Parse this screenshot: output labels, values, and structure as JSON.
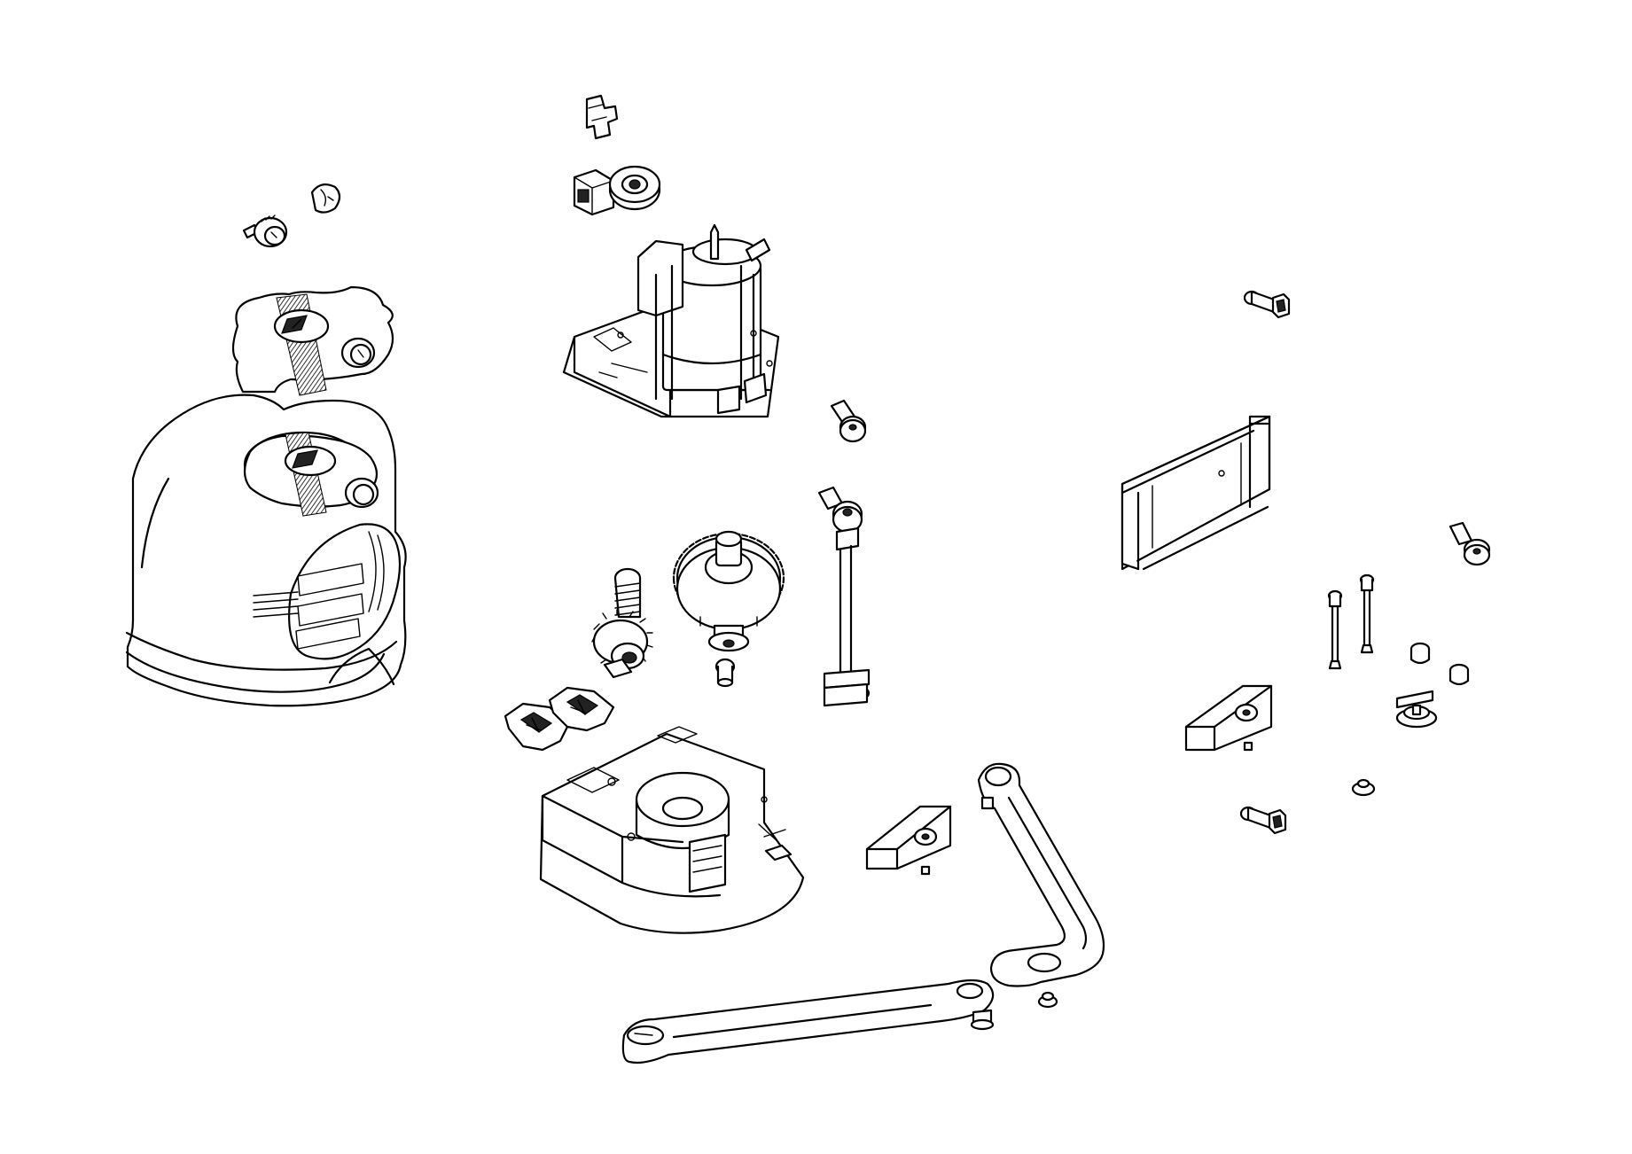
{
  "diagram": {
    "type": "exploded-parts-view",
    "line_color": "#000000",
    "background": "#ffffff",
    "parts": [
      {
        "id": "cable-clip",
        "icon": "cable-clip-icon"
      },
      {
        "id": "limit-switch",
        "icon": "switch-block-icon"
      },
      {
        "id": "cam-wheel",
        "icon": "cam-icon"
      },
      {
        "id": "motor-assembly",
        "icon": "motor-icon"
      },
      {
        "id": "release-knob",
        "icon": "knob-icon"
      },
      {
        "id": "lock-barrel",
        "icon": "lock-icon"
      },
      {
        "id": "top-cover",
        "icon": "cover-cap-icon"
      },
      {
        "id": "housing-cover",
        "icon": "housing-icon"
      },
      {
        "id": "worm-gear",
        "icon": "worm-gear-icon"
      },
      {
        "id": "spur-gear",
        "icon": "gear-icon"
      },
      {
        "id": "gear-screw",
        "icon": "screw-icon"
      },
      {
        "id": "wing-nut-top",
        "icon": "wing-nut-icon"
      },
      {
        "id": "tie-rod",
        "icon": "rod-icon"
      },
      {
        "id": "cable-gland-left",
        "icon": "gland-icon"
      },
      {
        "id": "cable-gland-right",
        "icon": "gland-icon"
      },
      {
        "id": "base-plate",
        "icon": "base-icon"
      },
      {
        "id": "stop-block-center",
        "icon": "stop-block-icon"
      },
      {
        "id": "curved-arm",
        "icon": "curved-arm-icon"
      },
      {
        "id": "straight-arm",
        "icon": "straight-arm-icon"
      },
      {
        "id": "arm-pin-washer",
        "icon": "washer-icon"
      },
      {
        "id": "arm-pin-bottom",
        "icon": "pin-icon"
      },
      {
        "id": "key-top",
        "icon": "key-icon"
      },
      {
        "id": "wall-bracket",
        "icon": "bracket-icon"
      },
      {
        "id": "wing-nut-right",
        "icon": "wing-nut-icon"
      },
      {
        "id": "long-bolt-1",
        "icon": "bolt-icon"
      },
      {
        "id": "long-bolt-2",
        "icon": "bolt-icon"
      },
      {
        "id": "nut-1",
        "icon": "nut-icon"
      },
      {
        "id": "nut-2",
        "icon": "nut-icon"
      },
      {
        "id": "stop-block-right",
        "icon": "stop-block-icon"
      },
      {
        "id": "release-lever",
        "icon": "lever-icon"
      },
      {
        "id": "small-washer",
        "icon": "washer-icon"
      },
      {
        "id": "key-bottom",
        "icon": "key-icon"
      }
    ]
  }
}
